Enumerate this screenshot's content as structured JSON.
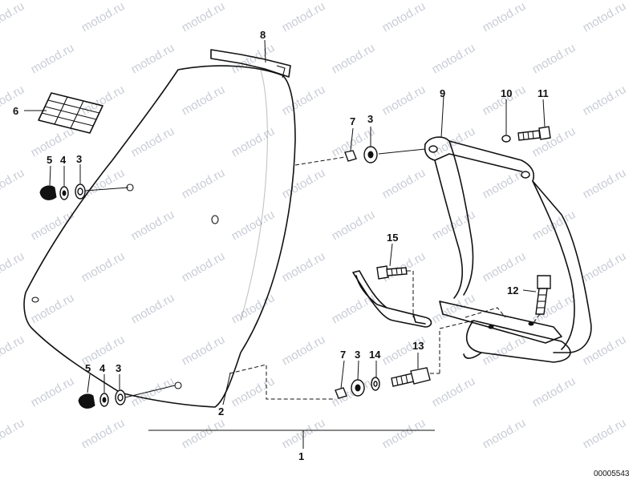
{
  "diagram": {
    "reference_number": "00005543",
    "watermark_text": "motod.ru",
    "callouts": {
      "part1": "1",
      "part2": "2",
      "part3a": "3",
      "part3b": "3",
      "part3c": "3",
      "part3d": "3",
      "part4a": "4",
      "part4b": "4",
      "part5a": "5",
      "part5b": "5",
      "part6": "6",
      "part7a": "7",
      "part7b": "7",
      "part8": "8",
      "part9": "9",
      "part10": "10",
      "part11": "11",
      "part12": "12",
      "part13": "13",
      "part14": "14",
      "part15": "15"
    }
  }
}
